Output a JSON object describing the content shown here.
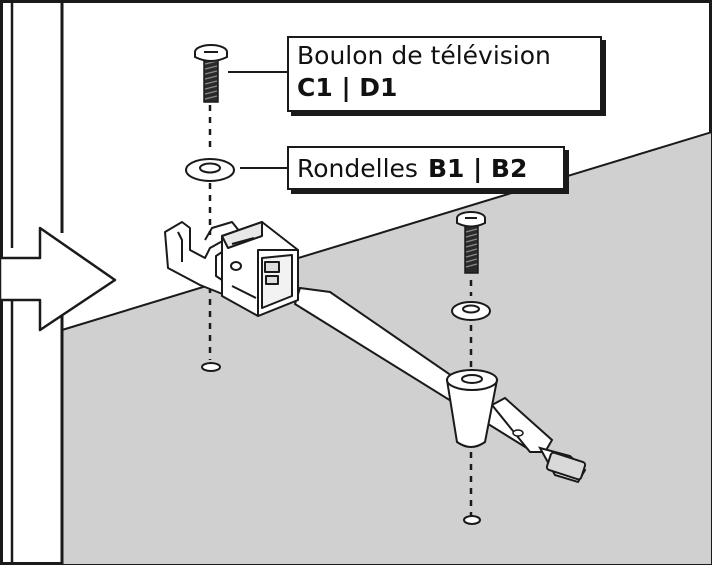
{
  "labels": {
    "bolt": {
      "name": "Boulon de télévision",
      "codes": "C1 | D1"
    },
    "washers": {
      "name": "Rondelles",
      "codes": "B1 | B2"
    }
  },
  "colors": {
    "outline": "#1a1a1a",
    "background_gray": "#d0d0d0",
    "paper": "#ffffff"
  }
}
